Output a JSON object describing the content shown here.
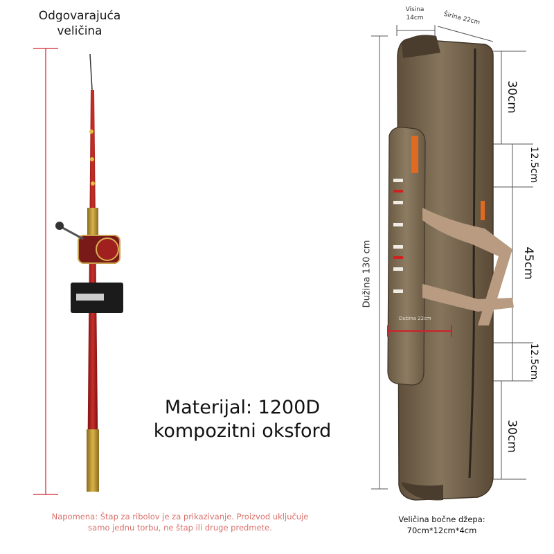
{
  "left_panel": {
    "title_line1": "Odgovarajuća",
    "title_line2": "veličina"
  },
  "material": {
    "line1": "Materijal: 1200D",
    "line2": "kompozitni oksford"
  },
  "note": {
    "line1": "Napomena: Štap za ribolov je za prikazivanje. Proizvod uključuje",
    "line2": "samo jednu torbu, ne štap ili druge predmete."
  },
  "dimensions": {
    "height_label": "Visina",
    "height_value": "14cm",
    "width_label": "Širina 22cm",
    "length_label": "Dužina 130 cm",
    "depth_label": "Dubina 22cm",
    "seg1": "30cm",
    "seg2": "12.5cm",
    "seg3": "45cm",
    "seg4": "12.5cm",
    "seg5": "30cm"
  },
  "pocket": {
    "line1": "Veličina bočne džepa:",
    "line2": "70cm*12cm*4cm"
  },
  "colors": {
    "rod_red": "#b0201e",
    "bag_olive": "#7a6a52",
    "measure_red": "#d0202a",
    "measure_gray": "#555555"
  }
}
